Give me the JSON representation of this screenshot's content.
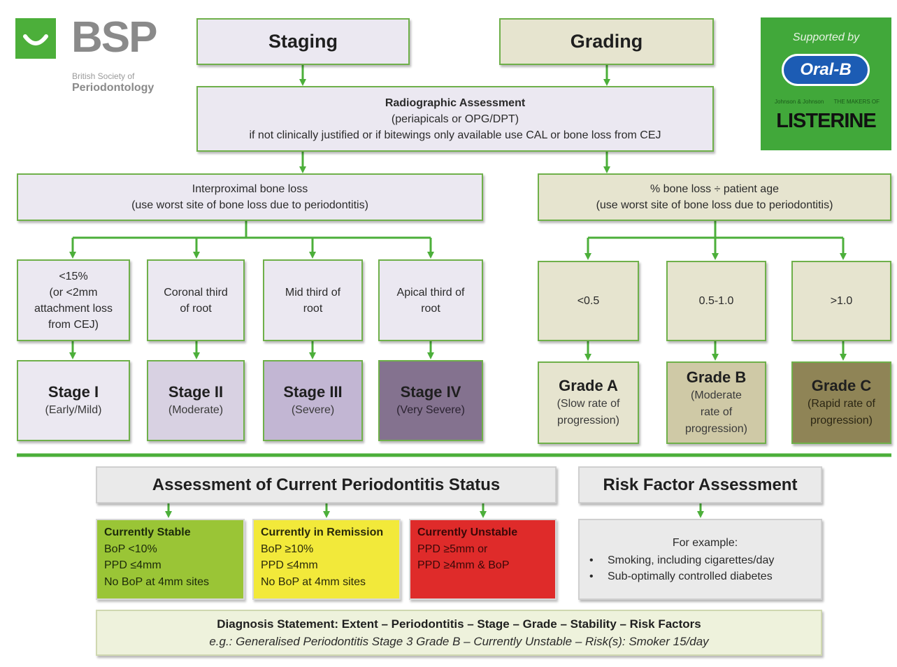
{
  "logo": {
    "acronym": "BSP",
    "line1": "British Society of",
    "line2": "Periodontology",
    "color": "#4caf3a"
  },
  "sponsor": {
    "supported_by": "Supported by",
    "brand1": "Oral-B",
    "brand2_small": "Johnson & Johnson",
    "brand2_tag": "THE MAKERS OF",
    "brand2": "LISTERINE",
    "bg_color": "#41a83a"
  },
  "staging": {
    "title": "Staging"
  },
  "grading": {
    "title": "Grading"
  },
  "radiographic": {
    "title": "Radiographic Assessment",
    "line1": "(periapicals or OPG/DPT)",
    "line2": "if not clinically justified or if bitewings only available use CAL or bone loss from CEJ"
  },
  "interproximal": {
    "line1": "Interproximal bone loss",
    "line2": "(use worst site of bone loss due to periodontitis)"
  },
  "boneloss_age": {
    "line1": "% bone loss ÷ patient age",
    "line2": "(use worst site of bone loss due to periodontitis)"
  },
  "stage_criteria": [
    {
      "l1": "<15%",
      "l2": "(or <2mm",
      "l3": "attachment loss",
      "l4": "from CEJ)"
    },
    {
      "l1": "Coronal third",
      "l2": "of root",
      "l3": "",
      "l4": ""
    },
    {
      "l1": "Mid third of",
      "l2": "root",
      "l3": "",
      "l4": ""
    },
    {
      "l1": "Apical third of",
      "l2": "root",
      "l3": "",
      "l4": ""
    }
  ],
  "stages": [
    {
      "name": "Stage I",
      "desc": "(Early/Mild)",
      "color": "#ebe8f1"
    },
    {
      "name": "Stage II",
      "desc": "(Moderate)",
      "color": "#d8d1e2"
    },
    {
      "name": "Stage III",
      "desc": "(Severe)",
      "color": "#c2b6d3"
    },
    {
      "name": "Stage IV",
      "desc": "(Very Severe)",
      "color": "#84728f"
    }
  ],
  "grade_criteria": [
    "<0.5",
    "0.5-1.0",
    ">1.0"
  ],
  "grades": [
    {
      "name": "Grade A",
      "l1": "(Slow rate of",
      "l2": "progression)",
      "l3": "",
      "color": "#e6e4cf"
    },
    {
      "name": "Grade B",
      "l1": "(Moderate",
      "l2": "rate of",
      "l3": "progression)",
      "color": "#cfc9a6"
    },
    {
      "name": "Grade C",
      "l1": "(Rapid rate of",
      "l2": "progression)",
      "l3": "",
      "color": "#8f8456"
    }
  ],
  "assessment": {
    "title": "Assessment of Current Periodontitis Status"
  },
  "risk": {
    "title": "Risk Factor Assessment",
    "intro": "For example:",
    "items": [
      "Smoking, including cigarettes/day",
      "Sub-optimally controlled diabetes"
    ]
  },
  "status_boxes": [
    {
      "title": "Currently Stable",
      "lines": [
        "BoP <10%",
        "PPD ≤4mm",
        "No BoP at 4mm sites"
      ],
      "color": "#9ac536"
    },
    {
      "title": "Currently in Remission",
      "lines": [
        "BoP ≥10%",
        "PPD ≤4mm",
        "No BoP at 4mm sites"
      ],
      "color": "#f2e93a"
    },
    {
      "title": "Currently Unstable",
      "lines": [
        "PPD ≥5mm or",
        "PPD ≥4mm & BoP"
      ],
      "color": "#df2b2a"
    }
  ],
  "diagnosis": {
    "line1": "Diagnosis Statement: Extent – Periodontitis – Stage – Grade – Stability – Risk Factors",
    "line2": "e.g.: Generalised Periodontitis Stage 3 Grade B – Currently Unstable – Risk(s): Smoker 15/day"
  }
}
